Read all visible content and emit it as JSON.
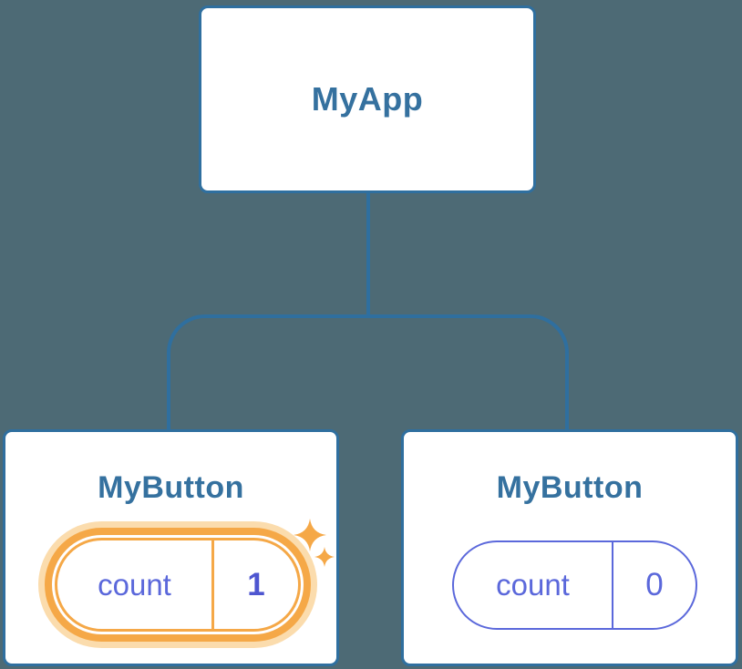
{
  "colors": {
    "background": "#4D6A75",
    "node_fill": "#FFFFFF",
    "node_border": "#2F6F9F",
    "node_title_text": "#35719F",
    "state_text": "#5B68DB",
    "state_value_bold_text": "#4E56D0",
    "highlight_orange": "#F5A847",
    "highlight_glow": "#FBDCAD"
  },
  "tree": {
    "root": {
      "label": "MyApp"
    },
    "children": [
      {
        "label": "MyButton",
        "state": {
          "key": "count",
          "value": "1",
          "highlighted": true,
          "icon": "sparkles-icon"
        }
      },
      {
        "label": "MyButton",
        "state": {
          "key": "count",
          "value": "0",
          "highlighted": false
        }
      }
    ]
  }
}
